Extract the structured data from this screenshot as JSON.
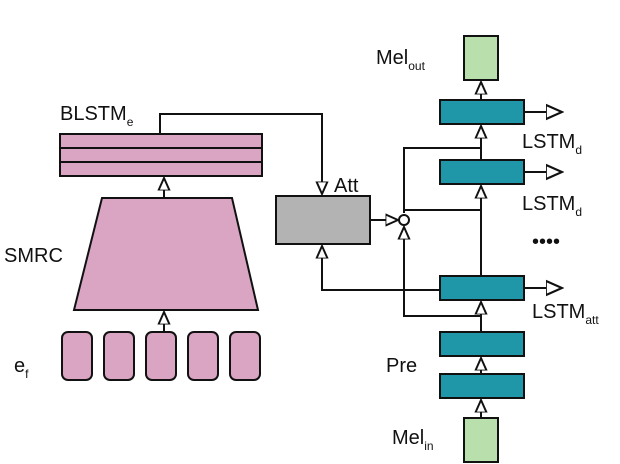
{
  "labels": {
    "mel_out": {
      "main": "Mel",
      "sub": "out"
    },
    "mel_in": {
      "main": "Mel",
      "sub": "in"
    },
    "blstm": {
      "main": "BLSTM",
      "sub": "e"
    },
    "smrc": "SMRC",
    "att": "Att",
    "ef": {
      "main": "e",
      "sub": "f"
    },
    "pre": "Pre",
    "lstm_d1": {
      "main": "LSTM",
      "sub": "d"
    },
    "lstm_d2": {
      "main": "LSTM",
      "sub": "d"
    },
    "lstm_att": {
      "main": "LSTM",
      "sub": "att"
    },
    "ellipsis": "••••"
  },
  "colors": {
    "encoder_fill": "#d9a5c3",
    "lstm_fill": "#1f97a8",
    "mel_fill": "#b9dfad",
    "att_fill": "#b3b3b3",
    "stroke": "#111111"
  },
  "page": {
    "partial_caption": ""
  }
}
